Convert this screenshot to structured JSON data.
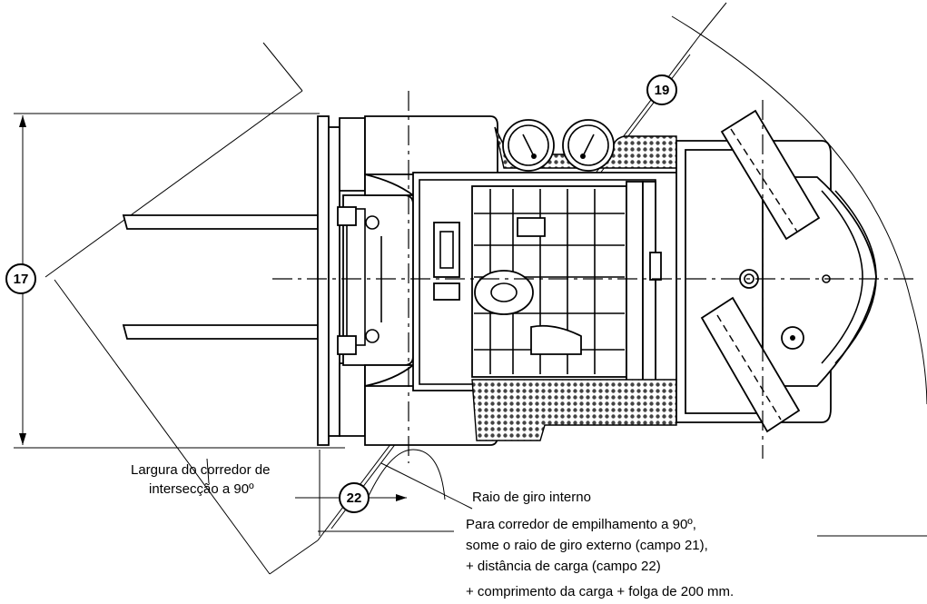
{
  "callouts": {
    "c17": "17",
    "c19": "19",
    "c22": "22"
  },
  "labels": {
    "aisle_width_line1": "Largura do corredor de",
    "aisle_width_line2": "intersecção a 90º",
    "inner_radius": "Raio de giro interno",
    "note_line1": "Para corredor de empilhamento a 90º,",
    "note_line2": "some o raio de giro externo (campo 21),",
    "note_line3": "+ distância de carga (campo 22)",
    "note_line4": "+ comprimento da carga + folga de 200 mm."
  }
}
